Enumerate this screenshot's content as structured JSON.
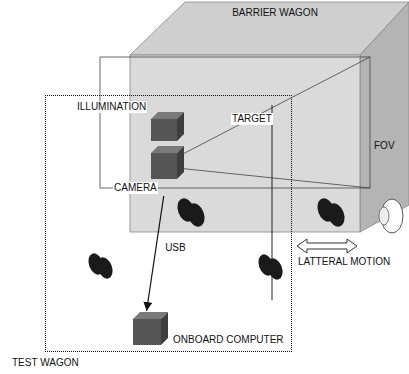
{
  "diagram": {
    "nodes": [
      {
        "text": [
          "BARRIER WAGON"
        ]
      },
      {
        "text": [
          "TARGET"
        ],
        "in": 0
      },
      {
        "text": [
          "TEST WAGON"
        ]
      },
      {
        "text": [
          "ILLUMINATION"
        ],
        "in": 2
      },
      {
        "text": [
          "CAMERA"
        ],
        "in": 2
      },
      {
        "text": [
          "ONBOARD COMPUTER"
        ],
        "in": 2
      }
    ],
    "edges": [
      {
        "from": 4,
        "to": 5,
        "label": "USB",
        "arrow": "to"
      }
    ],
    "labels": [
      "FOV",
      "LATTERAL MOTION"
    ]
  }
}
